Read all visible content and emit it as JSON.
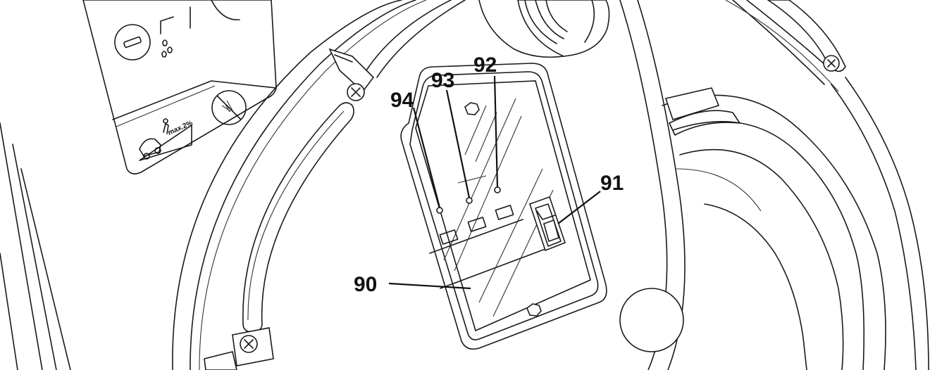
{
  "diagram": {
    "callouts": [
      {
        "id": "90",
        "label": "90"
      },
      {
        "id": "91",
        "label": "91"
      },
      {
        "id": "92",
        "label": "92"
      },
      {
        "id": "93",
        "label": "93"
      },
      {
        "id": "94",
        "label": "94"
      }
    ],
    "slope_sticker": {
      "text": "max.2%"
    },
    "colors": {
      "line": "#1a1a1a",
      "background": "#ffffff",
      "label": "#111111"
    }
  }
}
